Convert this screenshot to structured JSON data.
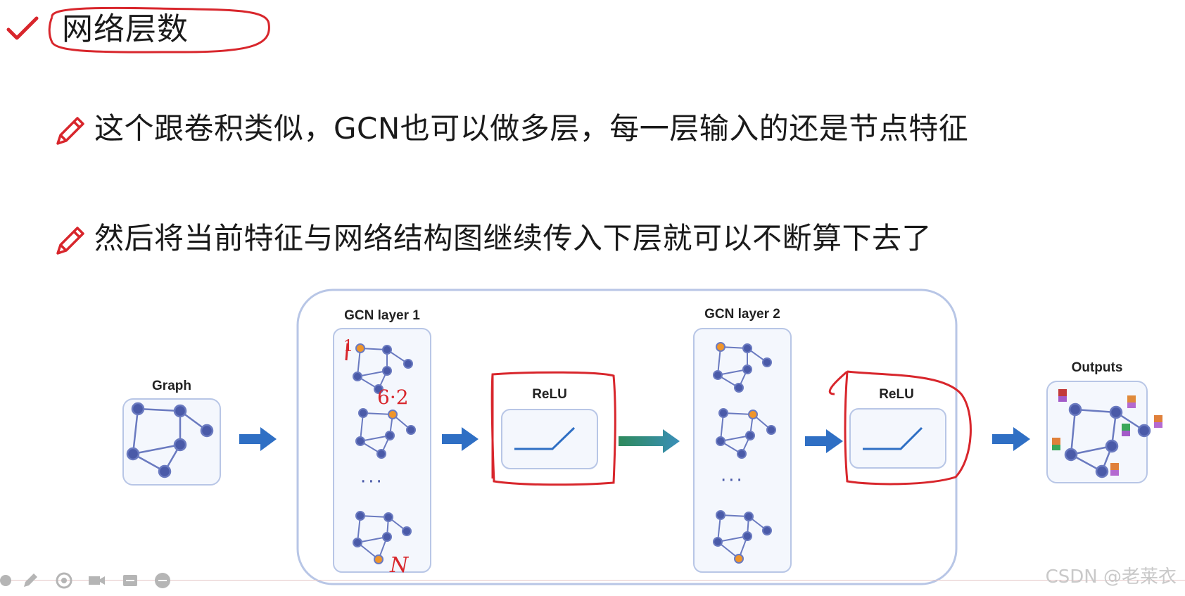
{
  "slide": {
    "title": "网络层数",
    "bullets": [
      "这个跟卷积类似，GCN也可以做多层，每一层输入的还是节点特征",
      "然后将当前特征与网络结构图继续传入下层就可以不断算下去了"
    ]
  },
  "diagram": {
    "graph_label": "Graph",
    "gcn_layer_1_label": "GCN layer 1",
    "gcn_layer_2_label": "GCN layer 2",
    "relu_1_label": "ReLU",
    "relu_2_label": "ReLU",
    "outputs_label": "Outputs",
    "ellipsis_1": "···",
    "ellipsis_2": "···"
  },
  "annotations": {
    "mark_top": "1",
    "mark_mid": "6·2",
    "mark_bottom": "N"
  },
  "watermark": "CSDN @老莱衣",
  "colors": {
    "node_blue": "#4a5aa8",
    "node_orange": "#f0952a",
    "edge_blue": "#6a7ac0",
    "box_border": "#b8c6e6",
    "arrow_blue": "#2f6fc4",
    "arrow_green": "#2f8c6a",
    "red_ink": "#d8262c"
  },
  "icons": [
    "check-icon",
    "pencil-icon",
    "toolbar-icons"
  ]
}
